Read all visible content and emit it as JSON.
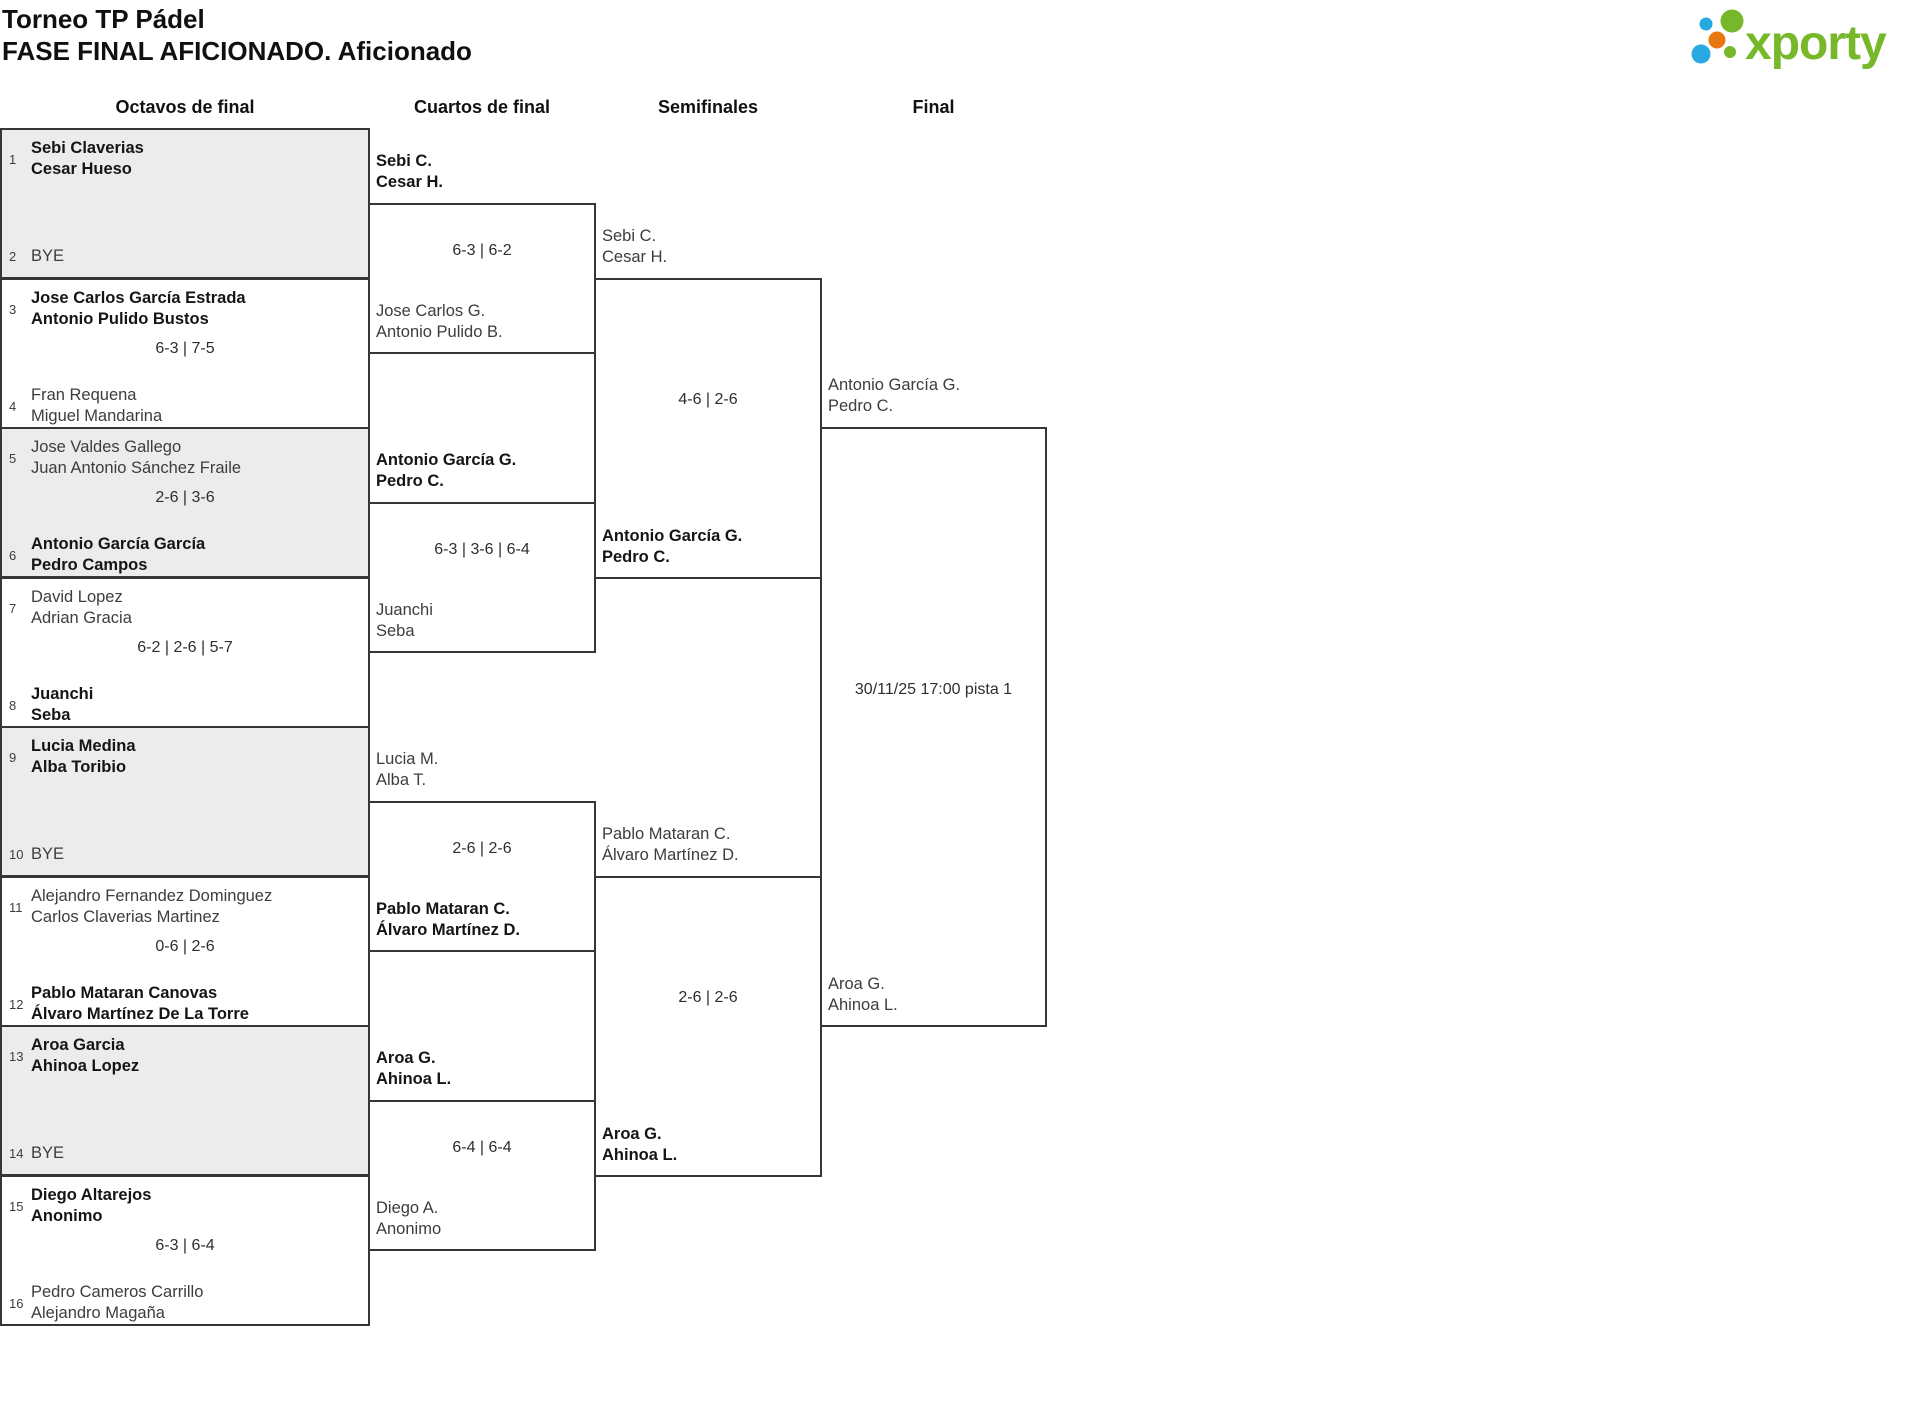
{
  "header": {
    "title": "Torneo TP Pádel",
    "subtitle": "FASE FINAL AFICIONADO. Aficionado"
  },
  "logo": {
    "brand": "xporty",
    "colors": {
      "green": "#76b82a",
      "blue": "#29a9e1",
      "orange": "#e87711"
    }
  },
  "rounds": [
    "Octavos de final",
    "Cuartos de final",
    "Semifinales",
    "Final"
  ],
  "r16": [
    {
      "seed1": "1",
      "team1": [
        "Sebi Claverias",
        "Cesar Hueso"
      ],
      "seed2": "2",
      "team2": [
        "BYE"
      ],
      "score": ""
    },
    {
      "seed1": "3",
      "team1": [
        "Jose Carlos García Estrada",
        "Antonio Pulido Bustos"
      ],
      "seed2": "4",
      "team2": [
        "Fran Requena",
        "Miguel Mandarina"
      ],
      "score": "6-3 | 7-5"
    },
    {
      "seed1": "5",
      "team1": [
        "Jose Valdes Gallego",
        "Juan Antonio Sánchez Fraile"
      ],
      "seed2": "6",
      "team2": [
        "Antonio García García",
        "Pedro Campos"
      ],
      "score": "2-6 | 3-6"
    },
    {
      "seed1": "7",
      "team1": [
        "David Lopez",
        "Adrian Gracia"
      ],
      "seed2": "8",
      "team2": [
        "Juanchi",
        "Seba"
      ],
      "score": "6-2 | 2-6 | 5-7"
    },
    {
      "seed1": "9",
      "team1": [
        "Lucia Medina",
        "Alba Toribio"
      ],
      "seed2": "10",
      "team2": [
        "BYE"
      ],
      "score": ""
    },
    {
      "seed1": "11",
      "team1": [
        "Alejandro Fernandez Dominguez",
        "Carlos Claverias Martinez"
      ],
      "seed2": "12",
      "team2": [
        "Pablo Mataran Canovas",
        "Álvaro Martínez De La Torre"
      ],
      "score": "0-6 | 2-6"
    },
    {
      "seed1": "13",
      "team1": [
        "Aroa Garcia",
        "Ahinoa Lopez"
      ],
      "seed2": "14",
      "team2": [
        "BYE"
      ],
      "score": ""
    },
    {
      "seed1": "15",
      "team1": [
        "Diego Altarejos",
        "Anonimo"
      ],
      "seed2": "16",
      "team2": [
        "Pedro Cameros Carrillo",
        "Alejandro Magaña"
      ],
      "score": "6-3 | 6-4"
    }
  ],
  "qf": [
    {
      "team1": [
        "Sebi C.",
        "Cesar H."
      ],
      "team2": [
        "Jose Carlos G.",
        "Antonio Pulido B."
      ],
      "score": "6-3 | 6-2"
    },
    {
      "team1": [
        "Antonio García G.",
        "Pedro C."
      ],
      "team2": [
        "Juanchi",
        "Seba"
      ],
      "score": "6-3 | 3-6 | 6-4"
    },
    {
      "team1": [
        "Lucia M.",
        "Alba T."
      ],
      "team2": [
        "Pablo Mataran C.",
        "Álvaro Martínez D."
      ],
      "score": "2-6 | 2-6"
    },
    {
      "team1": [
        "Aroa G.",
        "Ahinoa L."
      ],
      "team2": [
        "Diego A.",
        "Anonimo"
      ],
      "score": "6-4 | 6-4"
    }
  ],
  "sf": [
    {
      "team1": [
        "Sebi C.",
        "Cesar H."
      ],
      "team2": [
        "Antonio García G.",
        "Pedro C."
      ],
      "score": "4-6 | 2-6"
    },
    {
      "team1": [
        "Pablo Mataran C.",
        "Álvaro Martínez D."
      ],
      "team2": [
        "Aroa G.",
        "Ahinoa L."
      ],
      "score": "2-6 | 2-6"
    }
  ],
  "final": {
    "team1": [
      "Antonio García G.",
      "Pedro C."
    ],
    "team2": [
      "Aroa G.",
      "Ahinoa L."
    ],
    "note": "30/11/25 17:00 pista 1"
  }
}
